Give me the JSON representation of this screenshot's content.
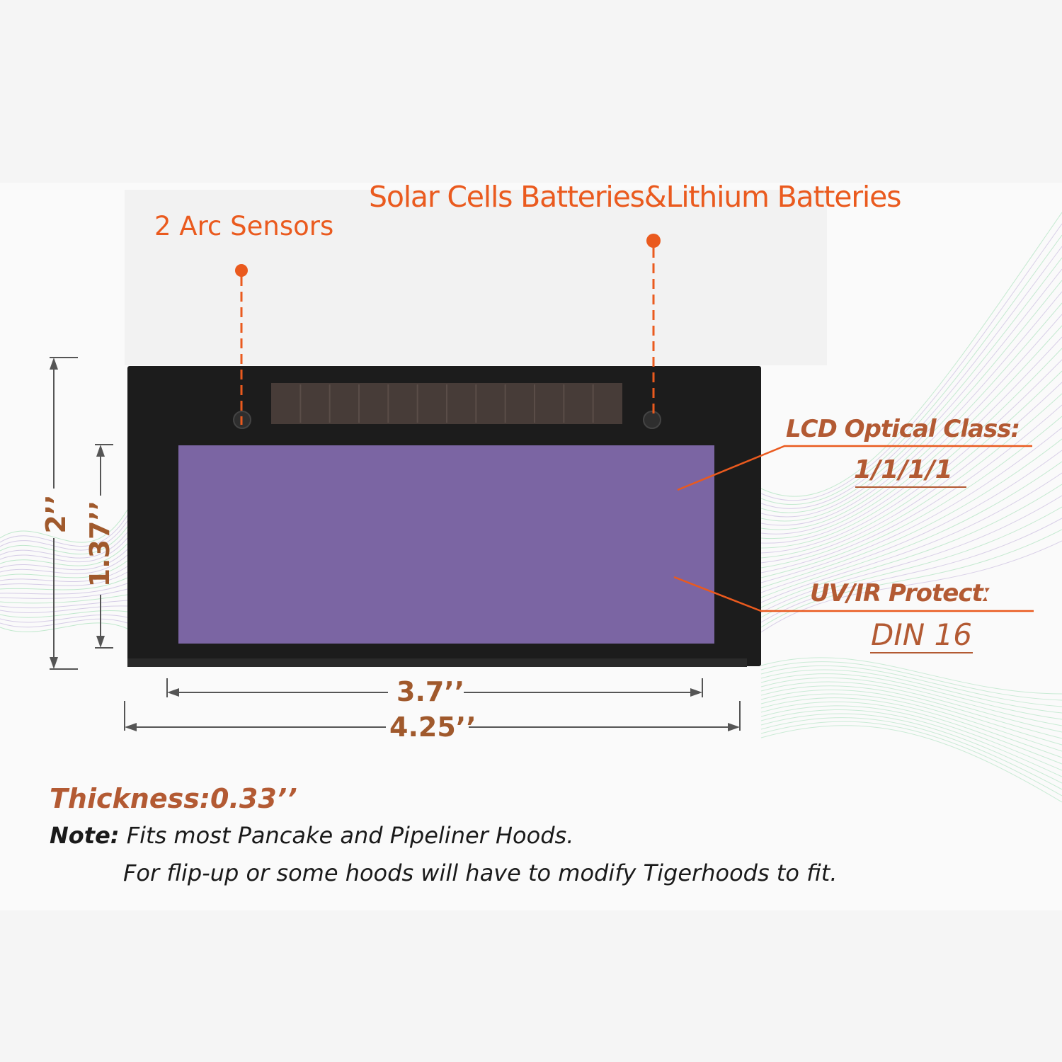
{
  "labels": {
    "arc_sensors": "2 Arc Sensors",
    "solar_cells": "Solar Cells Batteries&Lithium Batteries",
    "lcd_class_title": "LCD Optical Class:",
    "lcd_class_value": "1/1/1/1",
    "uvir_title": "UV/IR Protectː",
    "uvir_value": "DIN 16"
  },
  "dimensions": {
    "height_outer": "2’’",
    "height_inner": "1.37’’",
    "width_inner": "3.7’’",
    "width_outer": "4.25’’"
  },
  "notes": {
    "thickness": "Thickness:0.33’’",
    "note_label": "Note:",
    "note_line1": "Fits most Pancake and Pipeliner Hoods.",
    "note_line2": "For flip-up or some hoods will have to modify Tigerhoods to fit."
  },
  "colors": {
    "accent_orange": "#ea5a1e",
    "dimension_brown": "#a0592c",
    "lens_purple": "#7b65a3",
    "frame_black": "#1c1c1c",
    "solar_panel": "#473c38",
    "wave_green": "#8fd9a8",
    "wave_purple": "#b7a5d6"
  }
}
